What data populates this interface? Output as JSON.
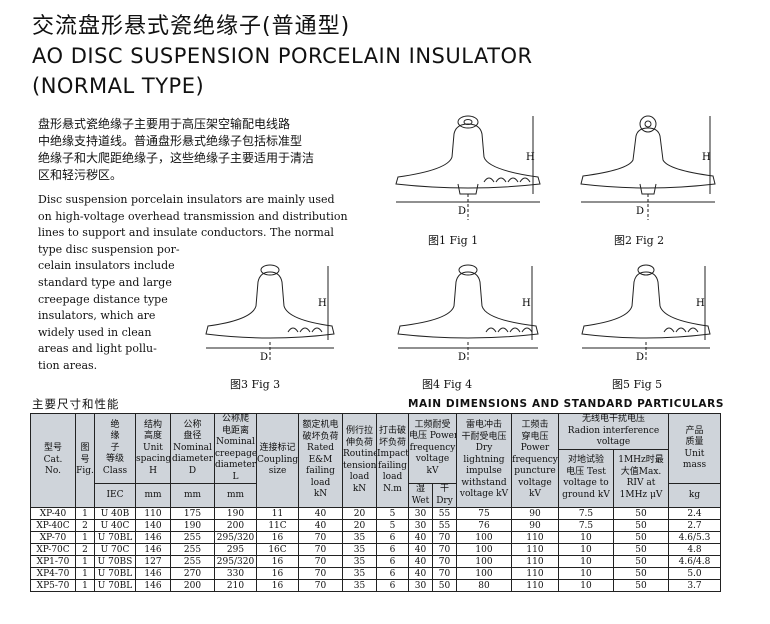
{
  "title": {
    "cn": "交流盘形悬式瓷绝缘子(普通型)",
    "en_line1": "AO DISC SUSPENSION PORCELAIN INSULATOR",
    "en_line2": "(NORMAL TYPE)"
  },
  "description": {
    "cn_lines": [
      "盘形悬式瓷绝缘子主要用于高压架空输配电线路",
      "中绝缘支持道线。普通盘形悬式绝缘子包括标准型",
      "绝缘子和大爬距绝缘子，这些绝缘子主要适用于清洁",
      "区和轻污秽区。"
    ],
    "en_lines": [
      "Disc suspension porcelain insulators are mainly used",
      "on high-voltage overhead transmission and distribution",
      "lines to support and insulate conductors. The normal",
      "type disc suspension por-",
      "celain insulators include",
      "standard type and large",
      "creepage distance type",
      "insulators, which are",
      "widely used in clean",
      "areas and light pollu-",
      "tion areas."
    ]
  },
  "figures": [
    {
      "label": "图1 Fig 1",
      "dim_h": "H",
      "dim_d": "D"
    },
    {
      "label": "图2 Fig 2",
      "dim_h": "H",
      "dim_d": "D"
    },
    {
      "label": "图3 Fig 3",
      "dim_h": "H",
      "dim_d": "D"
    },
    {
      "label": "图4 Fig 4",
      "dim_h": "H",
      "dim_d": "D"
    },
    {
      "label": "图5 Fig 5",
      "dim_h": "H",
      "dim_d": "D"
    }
  ],
  "section": {
    "cn": "主要尺寸和性能",
    "en": "MAIN DIMENSIONS AND STANDARD PARTICULARS"
  },
  "table": {
    "headers": {
      "model": [
        "型号",
        "Cat.",
        "No."
      ],
      "fig": [
        "图",
        "号",
        "Fig."
      ],
      "class": [
        "绝",
        "缘",
        "子",
        "等级",
        "Class"
      ],
      "class_unit": "IEC",
      "spacing": [
        "结构",
        "高度",
        "Unit",
        "spacing"
      ],
      "spacing_sym": "H",
      "spacing_unit": "mm",
      "diameter": [
        "公称",
        "盘径",
        "Nominal",
        "diameter"
      ],
      "diameter_sym": "D",
      "diameter_unit": "mm",
      "creepage": [
        "公称爬",
        "电距离",
        "Nominal",
        "creepage",
        "diameter"
      ],
      "creepage_sym": "L",
      "creepage_unit": "mm",
      "coupling": [
        "连接标记",
        "Coupling",
        "size"
      ],
      "em_load": [
        "额定机电",
        "破坏负荷",
        "Rated",
        "E&M",
        "failing",
        "load",
        "kN"
      ],
      "tension": [
        "例行拉",
        "伸负荷",
        "Routine",
        "tension",
        "load",
        "kN"
      ],
      "impact": [
        "打击破",
        "坏负荷",
        "Impact",
        "failing",
        "load",
        "N.m"
      ],
      "power_freq": [
        "工频耐受",
        "电压 Power",
        "frequency",
        "voltage",
        "kV"
      ],
      "wet": [
        "湿",
        "Wet"
      ],
      "dry": [
        "干",
        "Dry"
      ],
      "lightning": [
        "雷电冲击",
        "干耐受电压",
        "Dry",
        "lightning",
        "impulse",
        "withstand",
        "voltage kV"
      ],
      "puncture": [
        "工频击",
        "穿电压",
        "Power",
        "frequency",
        "puncture",
        "voltage",
        "kV"
      ],
      "riv": [
        "无线电干扰电压",
        "Radion interference",
        "voltage"
      ],
      "riv_test": [
        "对地试验",
        "电压 Test",
        "voltage to",
        "ground kV"
      ],
      "riv_max": [
        "1MHz时最",
        "大值Max.",
        "RIV at",
        "1MHz μV"
      ],
      "mass": [
        "产品",
        "质量",
        "Unit",
        "mass"
      ],
      "mass_unit": "kg"
    },
    "rows": [
      [
        "XP-40",
        "1",
        "U 40B",
        "110",
        "175",
        "190",
        "11",
        "40",
        "20",
        "5",
        "30",
        "55",
        "75",
        "90",
        "7.5",
        "50",
        "2.4"
      ],
      [
        "XP-40C",
        "2",
        "U 40C",
        "140",
        "190",
        "200",
        "11C",
        "40",
        "20",
        "5",
        "30",
        "55",
        "76",
        "90",
        "7.5",
        "50",
        "2.7"
      ],
      [
        "XP-70",
        "1",
        "U 70BL",
        "146",
        "255",
        "295/320",
        "16",
        "70",
        "35",
        "6",
        "40",
        "70",
        "100",
        "110",
        "10",
        "50",
        "4.6/5.3"
      ],
      [
        "XP-70C",
        "2",
        "U 70C",
        "146",
        "255",
        "295",
        "16C",
        "70",
        "35",
        "6",
        "40",
        "70",
        "100",
        "110",
        "10",
        "50",
        "4.8"
      ],
      [
        "XP1-70",
        "1",
        "U 70BS",
        "127",
        "255",
        "295/320",
        "16",
        "70",
        "35",
        "6",
        "40",
        "70",
        "100",
        "110",
        "10",
        "50",
        "4.6/4.8"
      ],
      [
        "XP4-70",
        "1",
        "U 70BL",
        "146",
        "270",
        "330",
        "16",
        "70",
        "35",
        "6",
        "40",
        "70",
        "100",
        "110",
        "10",
        "50",
        "5.0"
      ],
      [
        "XP5-70",
        "1",
        "U 70BL",
        "146",
        "200",
        "210",
        "16",
        "70",
        "35",
        "6",
        "30",
        "50",
        "80",
        "110",
        "10",
        "50",
        "3.7"
      ]
    ]
  }
}
